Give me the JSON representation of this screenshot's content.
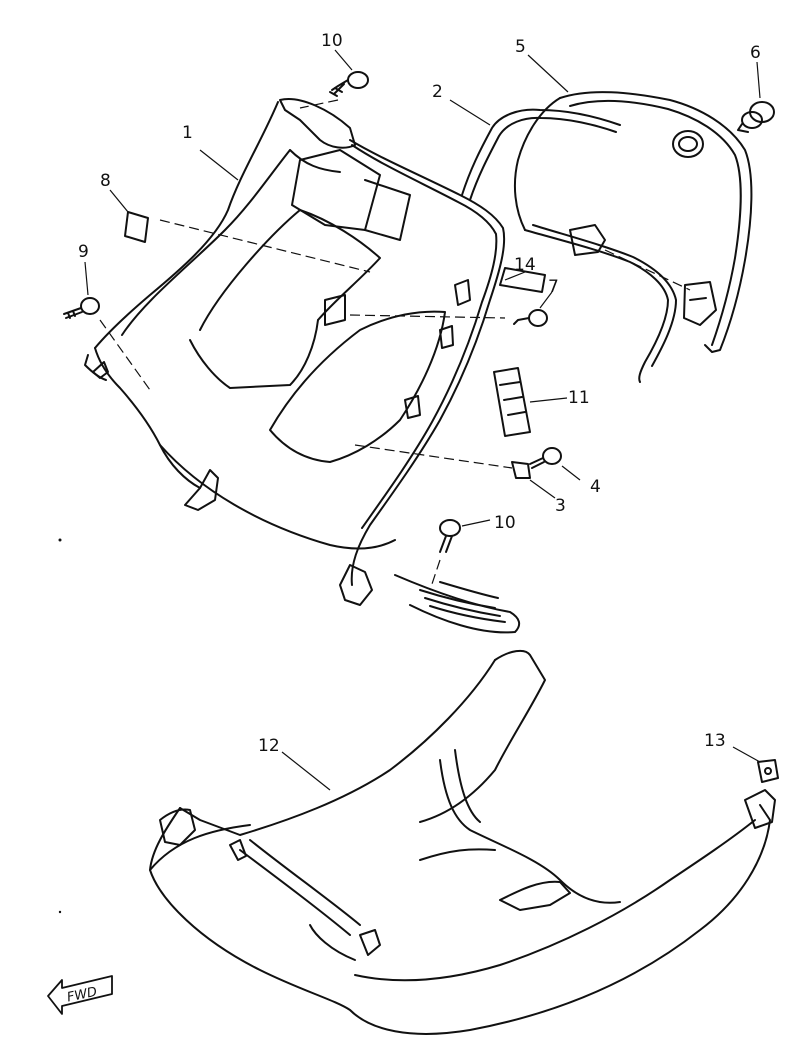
{
  "callouts": [
    {
      "id": "1",
      "label": "1"
    },
    {
      "id": "2",
      "label": "2"
    },
    {
      "id": "3",
      "label": "3"
    },
    {
      "id": "4",
      "label": "4"
    },
    {
      "id": "5",
      "label": "5"
    },
    {
      "id": "6",
      "label": "6"
    },
    {
      "id": "7",
      "label": "7"
    },
    {
      "id": "8",
      "label": "8"
    },
    {
      "id": "9",
      "label": "9"
    },
    {
      "id": "10a",
      "label": "10"
    },
    {
      "id": "10b",
      "label": "10"
    },
    {
      "id": "11",
      "label": "11"
    },
    {
      "id": "12",
      "label": "12"
    },
    {
      "id": "13",
      "label": "13"
    },
    {
      "id": "14",
      "label": "14"
    }
  ],
  "direction_marker": {
    "text": "FWD"
  }
}
